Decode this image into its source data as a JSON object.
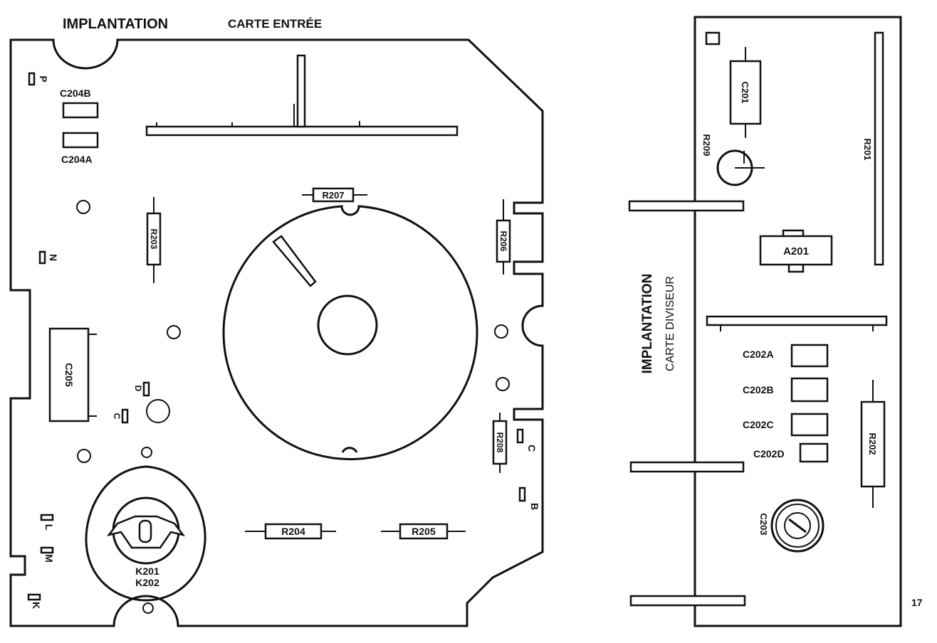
{
  "left_board": {
    "title": "IMPLANTATION",
    "subtitle": "CARTE ENTRÉE",
    "components": {
      "c204b": "C204B",
      "c204a": "C204A",
      "r207": "R207",
      "r203": "R203",
      "r206": "R206",
      "c205": "C205",
      "r208": "R208",
      "r204": "R204",
      "r205": "R205",
      "k201": "K201",
      "k202": "K202"
    },
    "pins": {
      "p": "P",
      "n": "N",
      "d": "D",
      "c_inner": "C",
      "c_right": "C",
      "b": "B",
      "l": "L",
      "m": "M",
      "k": "K"
    }
  },
  "right_board": {
    "title": "IMPLANTATION",
    "subtitle": "CARTE DIVISEUR",
    "components": {
      "c201": "C201",
      "r209": "R209",
      "r201": "R201",
      "a201": "A201",
      "c202a": "C202A",
      "c202b": "C202B",
      "c202c": "C202C",
      "c202d": "C202D",
      "r202": "R202",
      "c203": "C203"
    }
  },
  "page_number": "17"
}
